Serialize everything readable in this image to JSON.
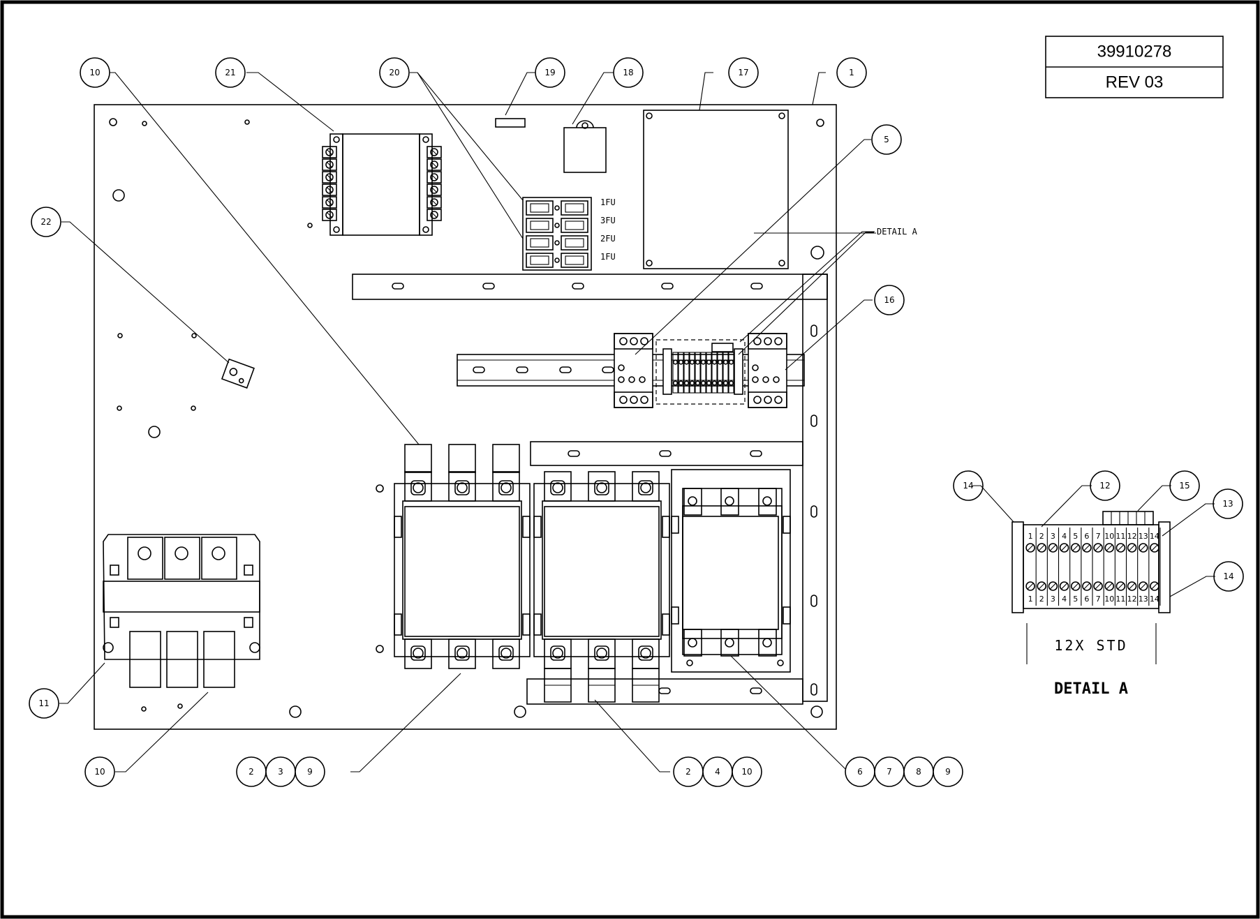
{
  "title_block": {
    "part_number": "39910278",
    "revision": "REV 03"
  },
  "callouts": [
    {
      "id": "c1",
      "numbers": [
        "10"
      ]
    },
    {
      "id": "c2",
      "numbers": [
        "21"
      ]
    },
    {
      "id": "c3",
      "numbers": [
        "20"
      ]
    },
    {
      "id": "c4",
      "numbers": [
        "19"
      ]
    },
    {
      "id": "c5",
      "numbers": [
        "18"
      ]
    },
    {
      "id": "c6",
      "numbers": [
        "17"
      ]
    },
    {
      "id": "c7",
      "numbers": [
        "1"
      ]
    },
    {
      "id": "c8",
      "numbers": [
        "5"
      ]
    },
    {
      "id": "c9",
      "numbers": [
        "16"
      ]
    },
    {
      "id": "c10",
      "numbers": [
        "22"
      ]
    },
    {
      "id": "c11",
      "numbers": [
        "11"
      ]
    },
    {
      "id": "c12",
      "numbers": [
        "10"
      ]
    },
    {
      "id": "c13",
      "numbers": [
        "2",
        "3",
        "9"
      ]
    },
    {
      "id": "c14",
      "numbers": [
        "2",
        "4",
        "10"
      ]
    },
    {
      "id": "c15",
      "numbers": [
        "6",
        "7",
        "8",
        "9"
      ]
    },
    {
      "id": "c16",
      "numbers": [
        "14"
      ]
    },
    {
      "id": "c17",
      "numbers": [
        "12"
      ]
    },
    {
      "id": "c18",
      "numbers": [
        "15"
      ]
    },
    {
      "id": "c19",
      "numbers": [
        "13"
      ]
    },
    {
      "id": "c20",
      "numbers": [
        "14"
      ]
    }
  ],
  "fuse_labels": [
    "1FU",
    "3FU",
    "2FU",
    "1FU"
  ],
  "detail_pointer_label": "DETAIL A",
  "detail_a": {
    "terminal_numbers": [
      "1",
      "2",
      "3",
      "4",
      "5",
      "6",
      "7",
      "10",
      "11",
      "12",
      "13",
      "14"
    ],
    "spec_label": "12X STD",
    "caption": "DETAIL A"
  }
}
